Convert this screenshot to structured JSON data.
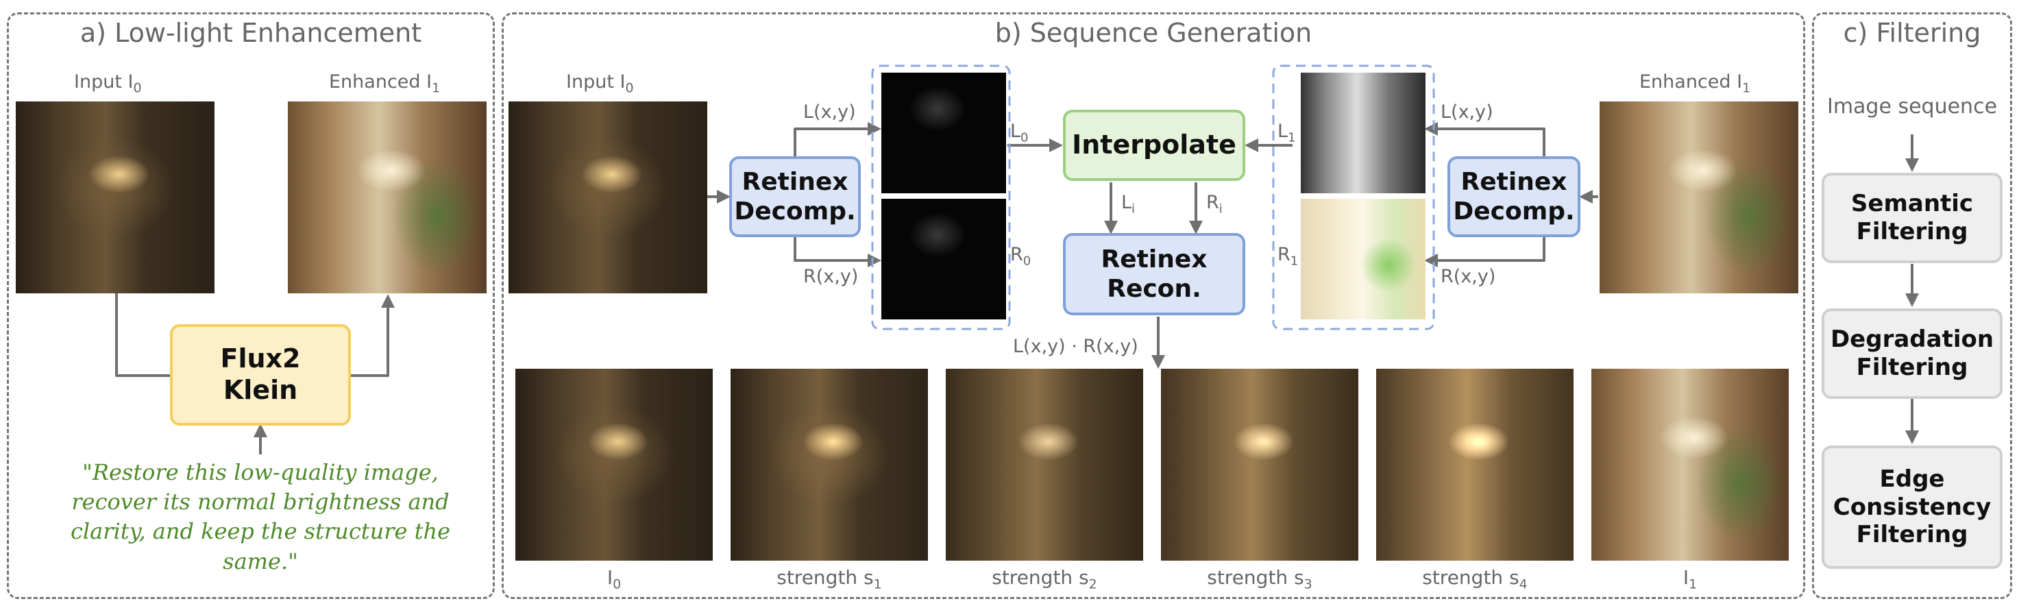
{
  "panels": {
    "a": {
      "title": "a) Low-light Enhancement"
    },
    "b": {
      "title": "b) Sequence Generation"
    },
    "c": {
      "title": "c) Filtering"
    }
  },
  "panel_a": {
    "input_label": "Input I",
    "input_sub": "0",
    "enhanced_label": "Enhanced I",
    "enhanced_sub": "1",
    "model_line1": "Flux2",
    "model_line2": "Klein",
    "prompt": "\"Restore this low-quality image, recover its normal brightness and clarity, and keep the structure the same.\""
  },
  "panel_b": {
    "input_label": "Input I",
    "input_sub": "0",
    "enhanced_label": "Enhanced I",
    "enhanced_sub": "1",
    "decomp_left": "Retinex Decomp.",
    "decomp_right": "Retinex Decomp.",
    "interpolate": "Interpolate",
    "recon": "Retinex Recon.",
    "lxy_left": "L(x,y)",
    "rxy_left": "R(x,y)",
    "lxy_right": "L(x,y)",
    "rxy_right": "R(x,y)",
    "L0": "L",
    "L0_sub": "0",
    "R0": "R",
    "R0_sub": "0",
    "L1": "L",
    "L1_sub": "1",
    "R1": "R",
    "R1_sub": "1",
    "Li": "L",
    "Li_sub": "i",
    "Ri": "R",
    "Ri_sub": "i",
    "product": "L(x,y) · R(x,y)",
    "sequence": [
      {
        "label": "I",
        "sub": "0"
      },
      {
        "label": "strength s",
        "sub": "1"
      },
      {
        "label": "strength s",
        "sub": "2"
      },
      {
        "label": "strength s",
        "sub": "3"
      },
      {
        "label": "strength s",
        "sub": "4"
      },
      {
        "label": "I",
        "sub": "1"
      }
    ]
  },
  "panel_c": {
    "source": "Image sequence",
    "steps": [
      "Semantic Filtering",
      "Degradation Filtering",
      "Edge Consistency Filtering"
    ]
  }
}
